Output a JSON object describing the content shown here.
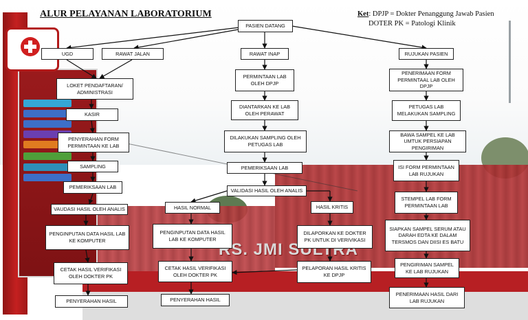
{
  "title": "ALUR PELAYANAN LABORATORIUM",
  "legend": {
    "prefix": "Ket",
    "line1": ": DPJP = Dokter Penanggung Jawab Pasien",
    "line2": "DOTER PK   = Patologi Klinik"
  },
  "background": {
    "building_sign": "RS. JMI SULTRA",
    "colors": {
      "accent_red": "#b71f23",
      "roof_red": "#a33034",
      "sky": "#ffffff"
    }
  },
  "nodes": {
    "pasien_datang": "PASIEN DATANG",
    "ugd": "UGD",
    "rawat_jalan": "RAWAT JALAN",
    "rawat_inap": "RAWAT INAP",
    "rujukan_pasien": "RUJUKAN PASIEN",
    "loket": "LOKET PENDAFTARAN/ ADMINISTRASI",
    "kasir": "KASIR",
    "penyerahan_form": "PENYERAHAN  FORM PERMINTAAN KE LAB",
    "sampling": "SAMPLING",
    "pemeriksaan_left": "PEMERIKSAAN  LAB",
    "vaudasi": "VAUDASI HASIL OLEH ANALIS",
    "penginputan_left": "PENGINPUTAN DATA HASIL LAB KE KOMPUTER",
    "cetak_left": "CETAK HASIL VERIFIKASI OLEH DOKTER PK",
    "penyerahan_hasil_left": "PENYERAHAN HASIL",
    "permintaan_dpjp": "PERMINTAAN LAB OLEH DPJP",
    "diantarkan": "DIANTARKAN KE LAB OLEH PERAWAT",
    "dilakukan_sampling": "DILAKUKAN SAMPLING OLEH PETUGAS LAB",
    "pemeriksaan_mid": "PEMERIKSAAN LAB",
    "validasi": "VALIDASI HASIL OLEH ANALIS",
    "hasil_normal": "HASIL NORMAL",
    "hasil_kritis": "HASIL KRITIS",
    "penginputan_mid": "PENGINPUTAN DATA HASIL LAB KE KOMPUTER",
    "cetak_mid": "CETAK HASIL VERIFIKASI OLEH DOKTER PK",
    "penyerahan_hasil_mid": "PENYERAHAN HASIL",
    "dilaporkan": "DILAPORKAN KE DOKTER PK UNTUK DI VERIVIKASI",
    "pelaporan": "PELAPORAN HASIL KRITIS KE DPJP",
    "penerimaan_form": "PENERIMAAN FORM PERMINTAAL LAB OLEH DPJP",
    "petugas_sampling": "PETUGAS LAB MELAKUKAN SAMPLING",
    "bawa_sampel": "BAWA SAMPEL KE LAB UMTUK PERSIAPAN PENGIRIMAN",
    "isi_form": "ISI FORM PERMINTAAN LAB RUJUKAN",
    "stempel": "STEMPEL LAB FORM PERMINTAAN LAB",
    "siapkan": "SIAPKAN SAMPEL SERUM ATAU DARAH EDTA KE DALAM TERSMOS DAN DIISI ES BATU",
    "pengiriman": "PENGIRIMAN SAMPEL KE LAB RUJUKAN",
    "penerimaan_hasil": "PENERIMAAN HASIL DARI LAB RUJUKAN"
  }
}
